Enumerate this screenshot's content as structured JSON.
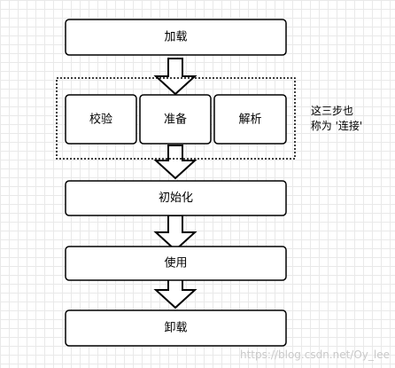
{
  "diagram": {
    "nodes": {
      "load": "加载",
      "verify": "校验",
      "prepare": "准备",
      "resolve": "解析",
      "initialize": "初始化",
      "use": "使用",
      "unload": "卸载"
    },
    "note": {
      "line1": "这三步也",
      "line2": "称为 '连接'"
    }
  },
  "watermark": "https://blog.csdn.net/Oy_lee"
}
